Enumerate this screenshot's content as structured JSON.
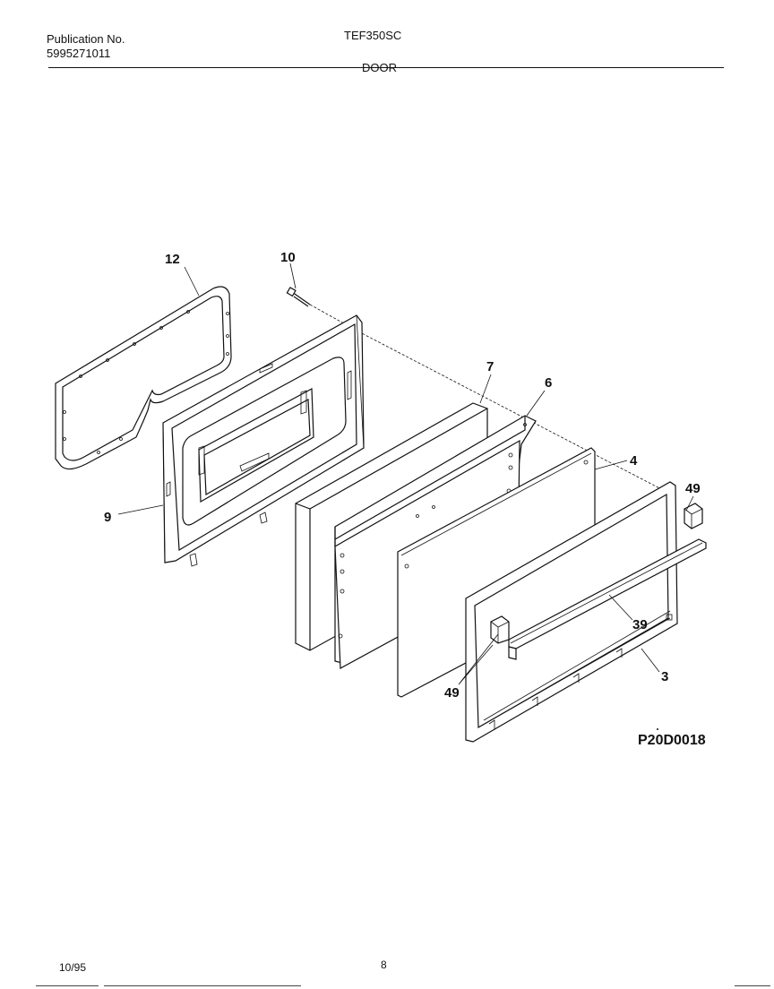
{
  "header": {
    "publication_label": "Publication No.",
    "publication_number": "5995271011",
    "model": "TEF350SC",
    "section": "DOOR"
  },
  "diagram": {
    "callouts": [
      "12",
      "10",
      "7",
      "6",
      "4",
      "49",
      "9",
      "39",
      "3",
      "49"
    ],
    "drawing_id": "P20D0018"
  },
  "footer": {
    "date": "10/95",
    "page": "8"
  }
}
